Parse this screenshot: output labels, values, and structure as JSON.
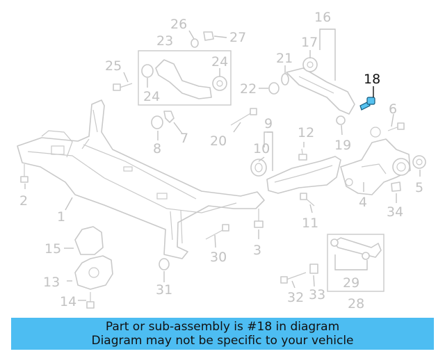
{
  "diagram": {
    "highlighted_part": "18",
    "callouts": [
      "1",
      "2",
      "3",
      "4",
      "5",
      "6",
      "7",
      "8",
      "9",
      "10",
      "11",
      "12",
      "13",
      "14",
      "15",
      "16",
      "17",
      "18",
      "19",
      "20",
      "21",
      "22",
      "23",
      "24",
      "24",
      "25",
      "26",
      "27",
      "28",
      "29",
      "30",
      "31",
      "32",
      "33",
      "34"
    ]
  },
  "banner": {
    "line1": "Part or sub-assembly is #18 in diagram",
    "line2": "Diagram may not be specific to your vehicle"
  }
}
